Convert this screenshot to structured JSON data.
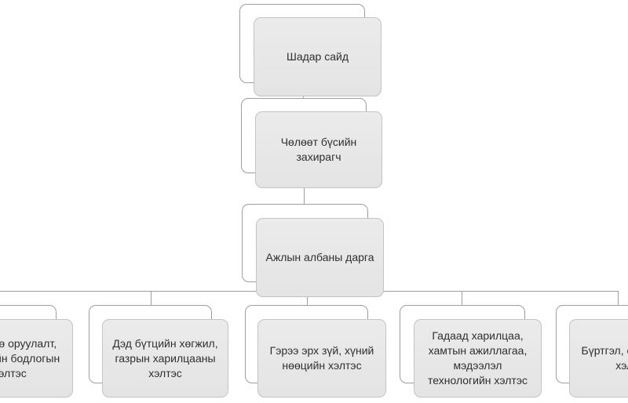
{
  "diagram_type": "organizational-chart",
  "language": "Mongolian",
  "colors": {
    "background": "#ffffff",
    "node_fill": "#e8e8e8",
    "node_border": "#c3c3c3",
    "node_back_fill": "#ffffff",
    "node_back_border": "#9e9e9e",
    "connector": "#9e9e9e",
    "text": "#2f2f2f"
  },
  "nodes": [
    {
      "id": "shadar-said",
      "level": 1,
      "parent": null,
      "label": "Шадар сайд"
    },
    {
      "id": "free-zone-governor",
      "level": 2,
      "parent": "shadar-said",
      "label": "Чөлөөт бүсийн\nзахирагч"
    },
    {
      "id": "office-head",
      "level": 3,
      "parent": "free-zone-governor",
      "label": "Ажлын албаны дарга"
    },
    {
      "id": "dept-investment-policy",
      "level": 4,
      "parent": "office-head",
      "clipped": "left-edge",
      "visible_fragment": "э оруулалт, / н бодлогын / элтэс",
      "label": "Хөрөнгө оруулалт,\nхөгжлийн бодлогын\nхэлтэс"
    },
    {
      "id": "dept-infrastructure-land",
      "level": 4,
      "parent": "office-head",
      "label": "Дэд бүтцийн хөгжил,\nгазрын харилцааны\nхэлтэс"
    },
    {
      "id": "dept-legal-hr",
      "level": 4,
      "parent": "office-head",
      "label": "Гэрээ эрх зүй, хүний\nнөөцийн хэлтэс"
    },
    {
      "id": "dept-foreign-relations-it",
      "level": 4,
      "parent": "office-head",
      "label": "Гадаад харилцаа,\nхамтын ажиллагаа,\nмэдээлэл\nтехнологийн хэлтэс"
    },
    {
      "id": "dept-registration-finance",
      "level": 4,
      "parent": "office-head",
      "clipped": "right-edge",
      "visible_fragment": "Бүртгэл, с / хэл",
      "label": "Бүртгэл, санхүүгийн\nхэлтэс"
    }
  ]
}
